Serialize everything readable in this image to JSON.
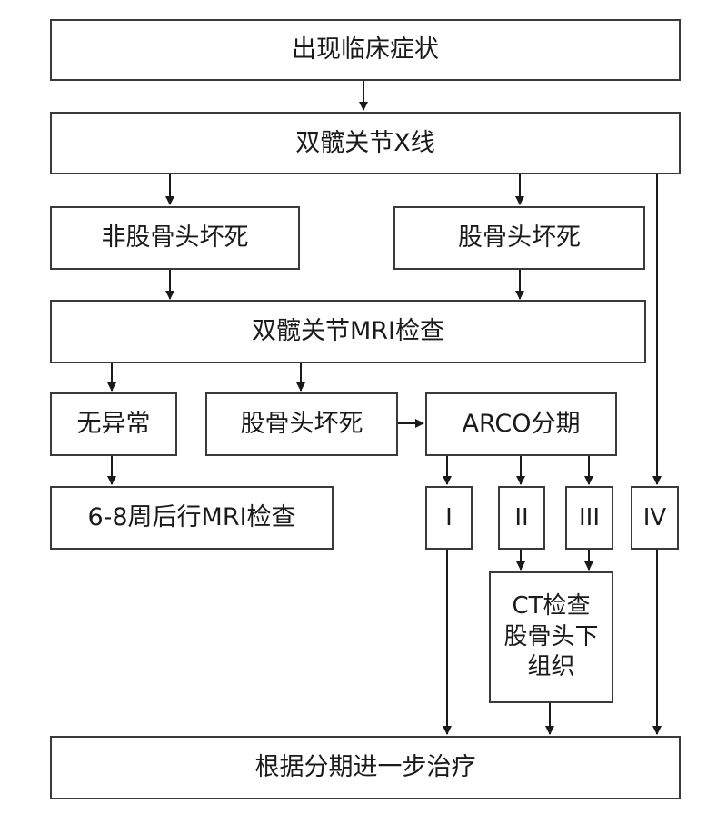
{
  "flowchart": {
    "nodes": {
      "symptoms": "出现临床症状",
      "xray": "双髋关节X线",
      "non_onfh": "非股骨头坏死",
      "onfh_xray": "股骨头坏死",
      "mri": "双髋关节MRI检查",
      "normal": "无异常",
      "onfh_mri": "股骨头坏死",
      "arco": "ARCO分期",
      "followup_mri": "6-8周后行MRI检查",
      "stage_1": "I",
      "stage_2": "II",
      "stage_3": "III",
      "stage_4": "IV",
      "ct_line1": "CT检查",
      "ct_line2": "股骨头下",
      "ct_line3": "组织",
      "treatment": "根据分期进一步治疗"
    },
    "edges": [
      [
        "symptoms",
        "xray"
      ],
      [
        "xray",
        "non_onfh"
      ],
      [
        "xray",
        "onfh_xray"
      ],
      [
        "xray",
        "stage_4"
      ],
      [
        "non_onfh",
        "mri"
      ],
      [
        "onfh_xray",
        "mri"
      ],
      [
        "mri",
        "normal"
      ],
      [
        "mri",
        "onfh_mri"
      ],
      [
        "onfh_mri",
        "arco"
      ],
      [
        "normal",
        "followup_mri"
      ],
      [
        "arco",
        "stage_1"
      ],
      [
        "arco",
        "stage_2"
      ],
      [
        "arco",
        "stage_3"
      ],
      [
        "stage_2",
        "ct"
      ],
      [
        "stage_3",
        "ct"
      ],
      [
        "stage_1",
        "treatment"
      ],
      [
        "ct",
        "treatment"
      ],
      [
        "stage_4",
        "treatment"
      ]
    ],
    "colors": {
      "line": "#1a1a1a",
      "border": "#3a3a3a",
      "background": "#ffffff"
    }
  }
}
